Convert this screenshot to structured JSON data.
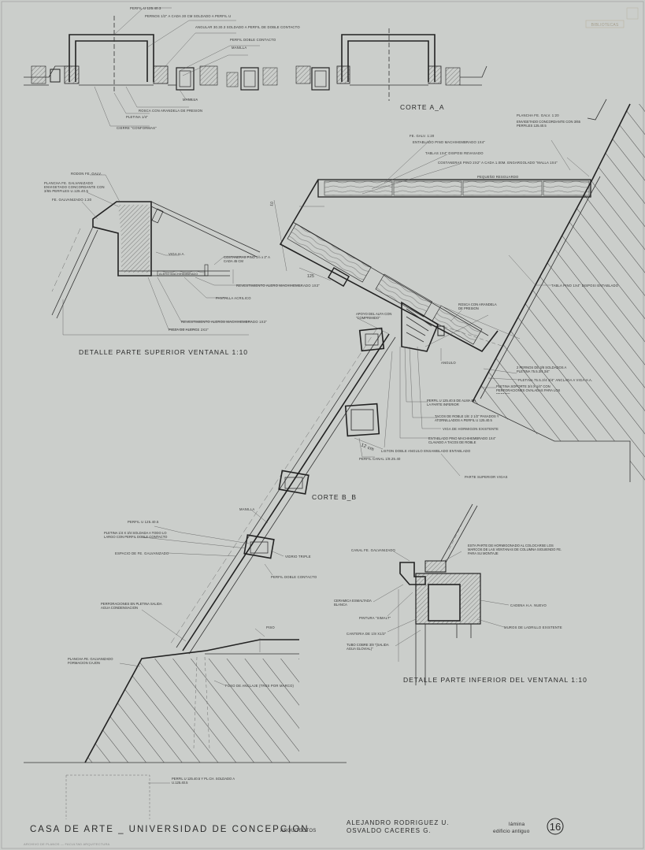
{
  "watermark": "BIBLIOTECAS",
  "sheet_number": "16",
  "title_block": {
    "project": "CASA   DE  ARTE _ UNIVERSIDAD  DE  CONCEPCION",
    "architects_label": "ARQUITECTOS",
    "architect_1": "ALEJANDRO  RODRIGUEZ  U.",
    "architect_2": "OSVALDO  CACERES  G.",
    "lamina_label": "lámina",
    "edificio_label": "edificio  antiguo"
  },
  "section_titles": {
    "corte_aa": "CORTE  A_A",
    "corte_bb": "CORTE  B_B",
    "detalle_superior": "DETALLE  PARTE SUPERIOR  VENTANAL  1:10",
    "detalle_inferior": "DETALLE  PARTE  INFERIOR  DEL  VENTANAL  1:10"
  },
  "dimensions": {
    "d1": "12 cm",
    "d2": "125",
    "d3": "10"
  },
  "annotations_top": {
    "a1": "PERFIL  U 125.40.3",
    "a2": "PERNOS 1/2\" A CADA 30 CM SOLDADO A PERFIL U",
    "a3": "ANGULAR 30.30.3 SOLDADO A PERFIL DE DOBLE CONTACTO",
    "a4": "PERFIL DOBLE CONTACTO",
    "a5": "MANILLA",
    "a6": "MANILLA",
    "a7": "ROSCA CON ARANDELA DE PRESION",
    "a8": "PLETINA 1/4\"",
    "a9": "CIERRE \"CONFORMAS\""
  },
  "annotations_superior": {
    "s1": "RODON FE. GALV.",
    "s2": "PLANCHA FE. GALVANIZADO ENVIGETADO CONCORDANTE CON 3/65 PERFILES U.125.40.5",
    "s3": "FE. GALVANIZADO 1:20",
    "s4": "VIGA H.A.",
    "s5": "COSTANERAS PINO 1½ x 2\" A CADA 45 CM",
    "s6": "ALERO MACHIHEMBRADO",
    "s7": "REVESTIMIENTO ALERO MACHIHEMBRADO 1X3\"",
    "s8": "PANTALLA ACRILICO",
    "s9": "REVESTIMIENTO ALEROS MACHIHEMBRADO 1X3\"",
    "s10": "PIEZA DE ALERCE 2X3\""
  },
  "annotations_bb": {
    "b1": "PLANCHA FE. GALV. 1:20",
    "b2": "ENVIGETADO CONCORDANTE CON 3/65 PERFILES 125.40.5",
    "b3": "FE. GALV. 1:20",
    "b4": "ENTABLADO PINO MACHIHEMBRADO 1X4\"",
    "b5": "TABLAS 1X4\" DISPOSI REVASADO",
    "b6": "COSTANERAS PINO 2X2\" A CADA 1.00M. ENGARGOLADO \"MALLA 1X4\"",
    "b7": "PEQUEÑO RESGUARDO",
    "b8": "TABLA PINO 1X4\" DISPOSI ENTABLADO",
    "b9": "ROSCA CON ARANDELA DE PRESION",
    "b10": "APOYO DEL ALFA CON \"COMPRIMIDO\"",
    "b11": "ANGULO",
    "b12": "2 PERNOS DE 3/8 SOLDADOS A PLETINA 75.5.3/4 3/4\"",
    "b13": "PLETINA 75.5.3/4 3/4\" ANCLADA A VIGA H.A.",
    "b14": "PLETINA SOPORTE 3/4 X 1/4\" CON PERFORACIONES OVALADAS PARA LOS PERNOS",
    "b15": "PERFIL U 125.40.5 DE ALMA EN LA PARTE INFERIOR",
    "b16": "TACOS DE ROBLE 1/8: 2 1/2\" PASADOS Y ATORNILLADOS A PERFIL U 125.40.5",
    "b17": "VIGA DE HORMIGON EXISTENTE",
    "b18": "ENTABLADO PINO MACHIHEMBRADO 1X4\" CLAVADO A TACOS DE ROBLE",
    "b19": "LISTON DOBLE ANGULO ENSAMBLADO ENTABLADO",
    "b20": "PERFIL CANAL 1/8.25.40",
    "b21": "PARTE SUPERIOR VIGAS",
    "b22": "PERFIL U 125.40.5",
    "b23": "PLETINA 1/4 X 3/4 SOLDADA A TODO LO LARGO CON PERFIL DOBLE CONTACTO",
    "b24": "ESPACIO DE FE. GALVANIZADO",
    "b25": "MANILLA",
    "b26": "VIDRIO TRIPLE",
    "b27": "PERFIL DOBLE CONTACTO",
    "b28": "PERFORACIONES EN PLETINA SALIDA AGUA CONDENSACION",
    "b29": "PISO",
    "b30": "PLANCHA FE. GALVANIZADO FORMACION CAJON",
    "b31": "FOSO DE ANCLAJE (TRES POR MARCO)",
    "b32": "PERFIL U 125.40.5 Y PL.CH. SOLDADO A U.125.40.5"
  },
  "annotations_inferior": {
    "i1": "CANAL FE. GALVANIZADO",
    "i2": "ESTA PARTE DE HORMIGONADO AL COLOCARSE LOS MARCOS DE LAS VENTANAS DE COLUMNA SIGUIENDO FE. PARA SU MONTAJE",
    "i3": "CERAMICA ESMALTADA BLANCA",
    "i4": "PINTURA \"SIMALT\"",
    "i5": "CANTERIA DE 1/8 X1/2\"",
    "i6": "TUBO COBRE 3/8 \"(SALIDA AGUA GLOVIAL)\"",
    "i7": "CADENA H.A. NUEVO",
    "i8": "MUROS DE LADRILLO EXISTENTE"
  },
  "footer_note": "ARCHIVO DE PLANOS — FACULTAD ARQUITECTURA"
}
